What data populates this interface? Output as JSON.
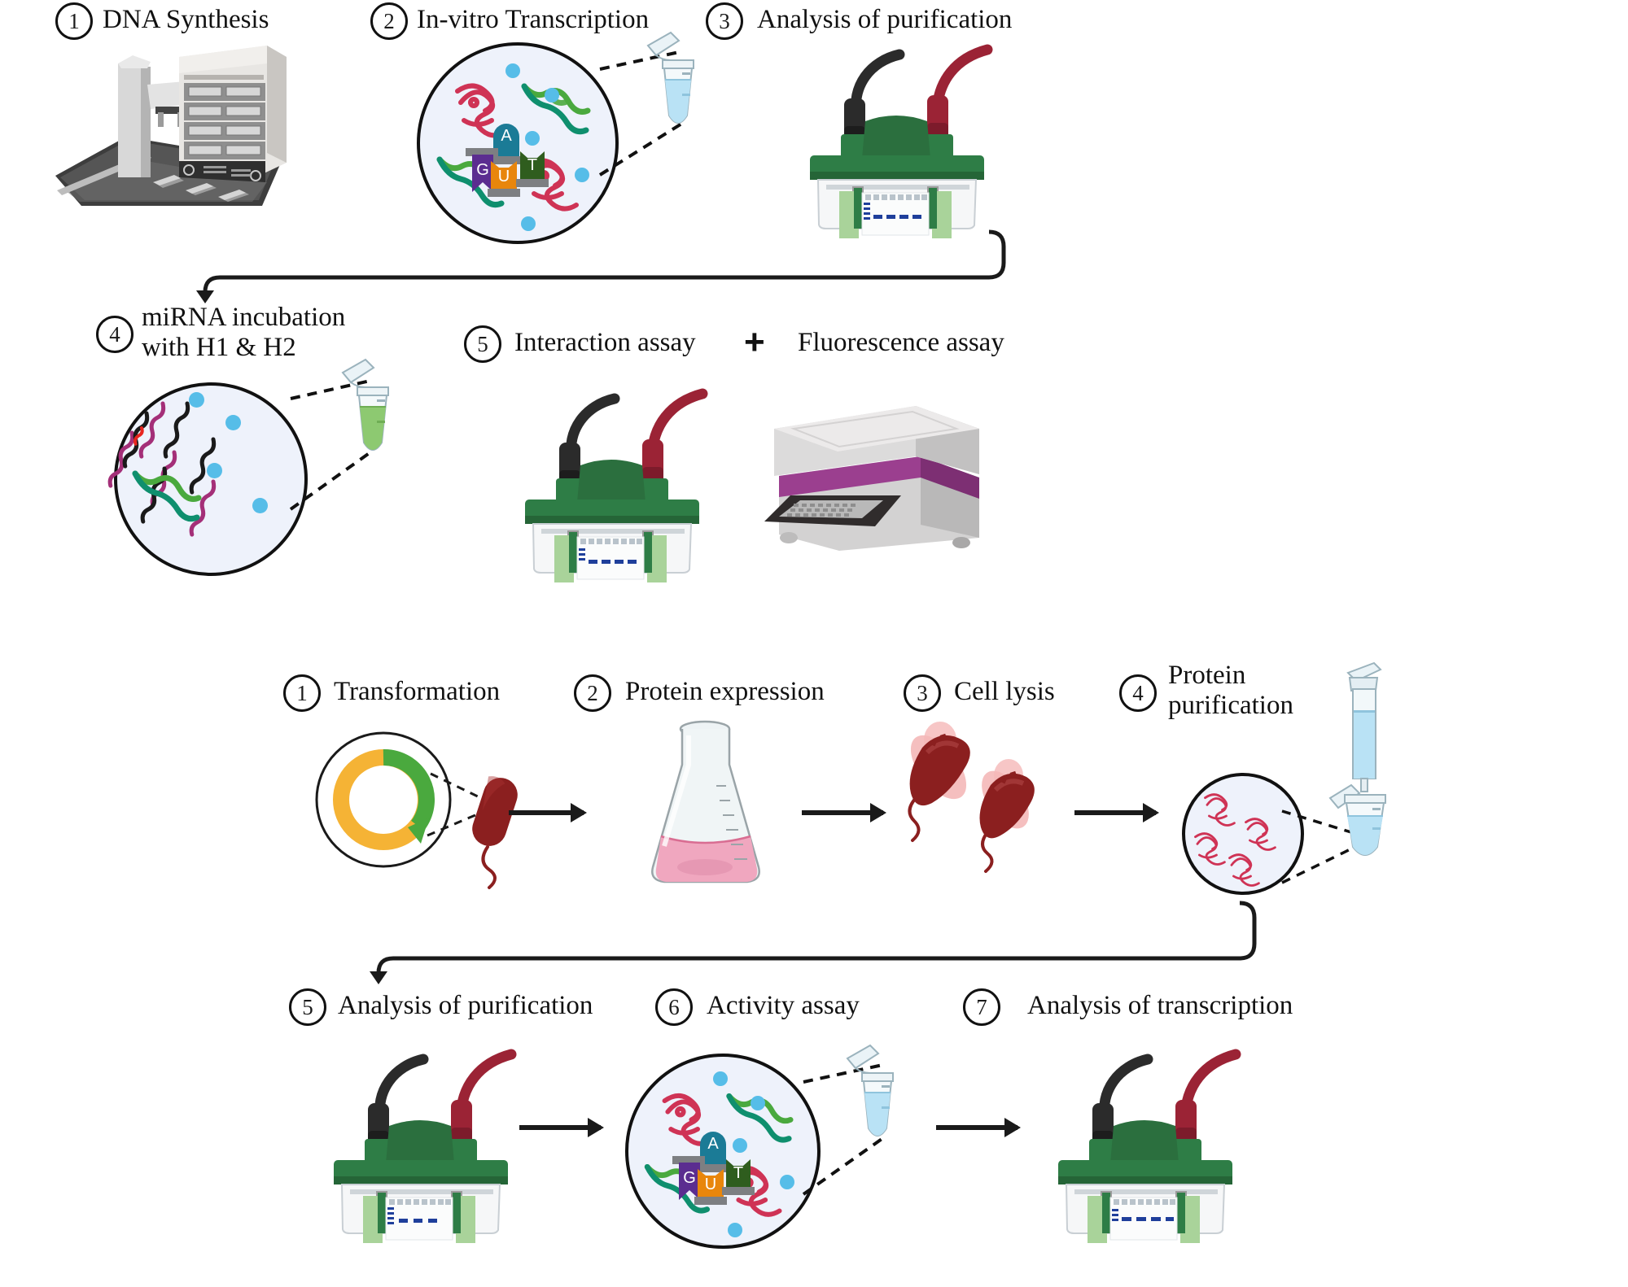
{
  "figure": {
    "title_visible": false,
    "panels": [
      {
        "id": "panel-rna",
        "steps": [
          {
            "num": "1",
            "label": "DNA  Synthesis",
            "icon": "dna-synthesizer-icon"
          },
          {
            "num": "2",
            "label": "In-vitro Transcription",
            "icon": "transcription-circle-icon"
          },
          {
            "num": "3",
            "label": "Analysis of purification",
            "icon": "gel-electrophoresis-icon"
          },
          {
            "num": "4",
            "label": "miRNA incubation\nwith H1 & H2",
            "icon": "mirna-circle-icon"
          },
          {
            "num": "5",
            "label": "Interaction assay",
            "icon": "gel-electrophoresis-icon"
          }
        ],
        "extra_label": "Fluorescence assay",
        "plus_symbol": "+",
        "extra_icon": "plate-reader-icon"
      },
      {
        "id": "panel-protein",
        "steps": [
          {
            "num": "1",
            "label": "Transformation",
            "icon": "plasmid-bacterium-icon"
          },
          {
            "num": "2",
            "label": "Protein expression",
            "icon": "erlenmeyer-flask-icon"
          },
          {
            "num": "3",
            "label": "Cell lysis",
            "icon": "lysing-bacteria-icon"
          },
          {
            "num": "4",
            "label": "Protein\npurification",
            "icon": "spin-column-icon"
          },
          {
            "num": "5",
            "label": "Analysis of purification",
            "icon": "gel-electrophoresis-icon"
          },
          {
            "num": "6",
            "label": "Activity assay",
            "icon": "transcription-circle-icon"
          },
          {
            "num": "7",
            "label": "Analysis of transcription",
            "icon": "gel-electrophoresis-icon"
          }
        ]
      }
    ]
  },
  "nucleotides": [
    {
      "letter": "A",
      "color": "#1b7b96",
      "shape": "dome"
    },
    {
      "letter": "G",
      "color": "#5b2d90",
      "shape": "flag"
    },
    {
      "letter": "U",
      "color": "#e8860c",
      "shape": "notch"
    },
    {
      "letter": "T",
      "color": "#2f5d1e",
      "shape": "notch"
    }
  ],
  "colors": {
    "outline": "#111111",
    "circle_fill": "#eef2fb",
    "dot_blue": "#56bde8",
    "dna_green_light": "#4aa93e",
    "dna_green_dark": "#0f8f6e",
    "protein_red": "#cf3355",
    "mirna_purple": "#a42f78",
    "mirna_black": "#1a1a1a",
    "mirna_red": "#e8251f",
    "gel_green": "#2e7d46",
    "gel_green_light": "#a9d39a",
    "cable_black": "#2b2b2b",
    "cable_red": "#9b2335",
    "tube_blue": "#b9e2f5",
    "tube_green": "#8dc971",
    "plasmid_orange": "#f5b335",
    "plasmid_green": "#4aa93e",
    "bacteria_red": "#8b1f1f",
    "flask_pink": "#f0a7bf",
    "reader_body": "#d3d2d2",
    "reader_stripe": "#9b3f8f",
    "device_grey": "#c9c9c9"
  }
}
